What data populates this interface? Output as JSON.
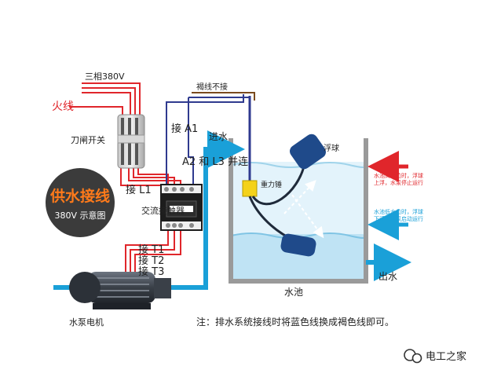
{
  "labels": {
    "three_phase": "三相380V",
    "live_wire": "火线",
    "knife_switch": "刀闸开关",
    "brown_not_connected": "褐线不接",
    "connect_a1": "接 A1",
    "inlet": "进水",
    "float_ball": "浮球",
    "a2_l3": "A2 和 L3 并连",
    "counterweight": "重力锤",
    "connect_l1": "接 L1",
    "contactor": "交流接触器",
    "badge_title": "供水接线",
    "badge_subtitle": "380V 示意图",
    "t1": "接 T1",
    "t2": "接 T2",
    "t3": "接 T3",
    "outlet": "出水",
    "pool": "水池",
    "motor": "水泵电机",
    "note": "注：排水系统接线时将蓝色线换成褐色线即可。",
    "upper_note_1": "水池高水位时，浮球",
    "upper_note_2": "上浮，水泵停止运行",
    "lower_note_1": "水池低水位时，浮球",
    "lower_note_2": "下浮，水泵启动运行",
    "watermark": "电工之家"
  },
  "colors": {
    "wire_red": "#e0262b",
    "wire_blue": "#2f3a8f",
    "water_pipe": "#1aa0d8",
    "water_light": "#bfe3f4",
    "pool_wall": "#9a9a9a",
    "float": "#1f4a8a",
    "badge_bg": "#3b3b3b",
    "badge_text": "#ff7a1a"
  }
}
